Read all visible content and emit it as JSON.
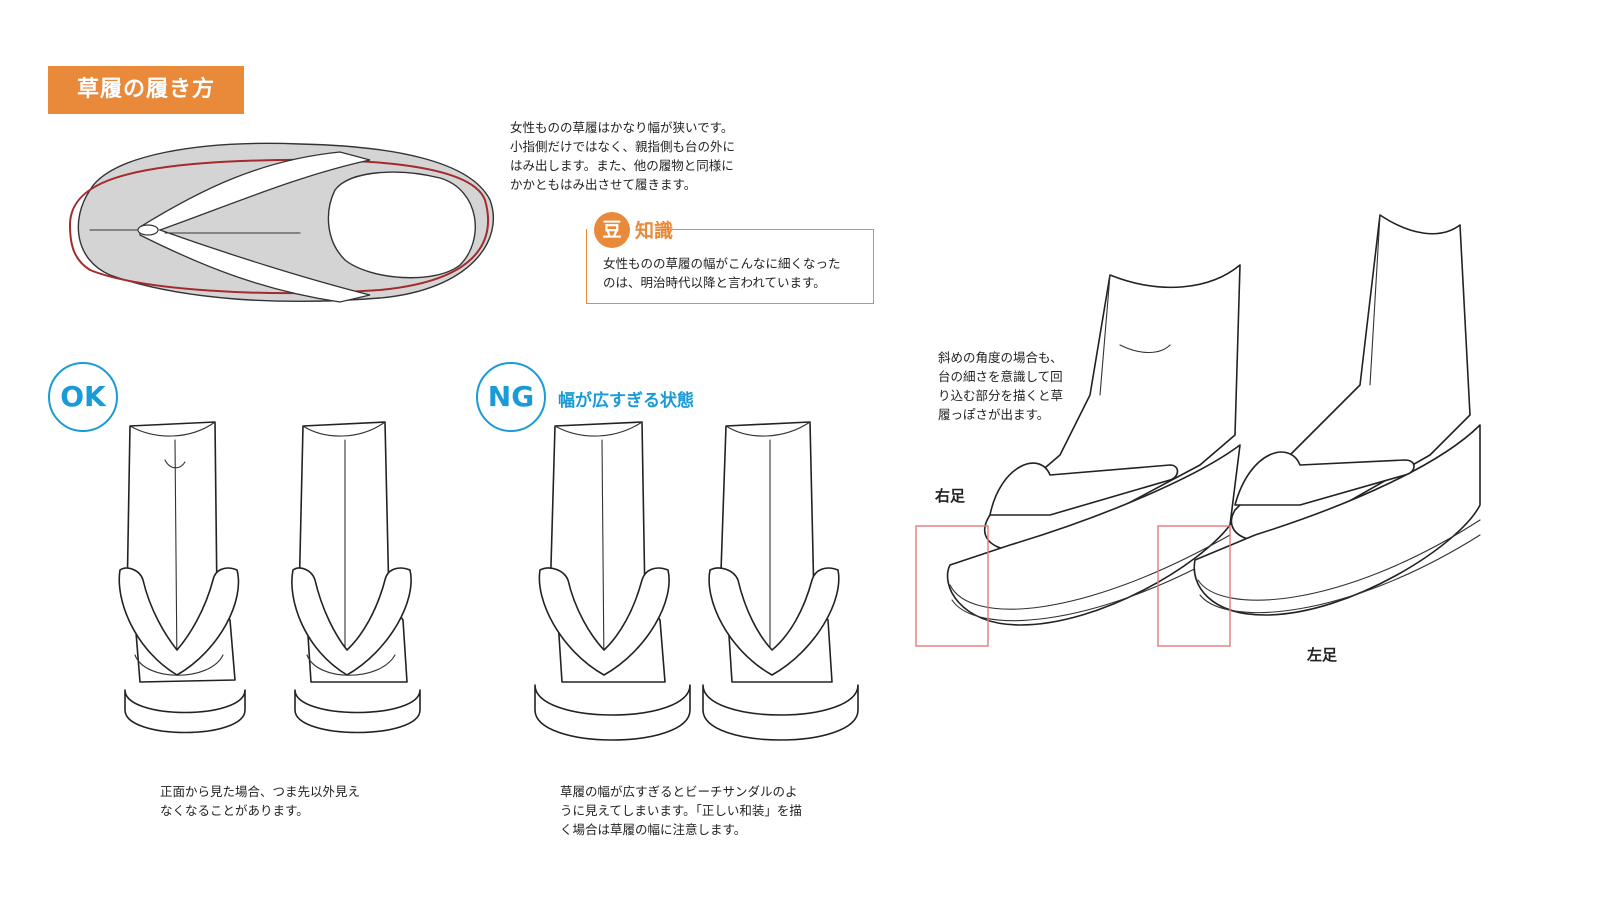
{
  "title": "草履の履き方",
  "intro_text": [
    "女性ものの草履はかなり幅が狭いです。",
    "小指側だけではなく、親指側も台の外に",
    "はみ出します。また、他の履物と同様に",
    "かかともはみ出させて履きます。"
  ],
  "trivia": {
    "badge": "豆",
    "title": "知識",
    "text": [
      "女性ものの草履の幅がこんなに細くなった",
      "のは、明治時代以降と言われています。"
    ]
  },
  "ok": {
    "badge": "OK",
    "caption": [
      "正面から見た場合、つま先以外見え",
      "なくなることがあります。"
    ]
  },
  "ng": {
    "badge": "NG",
    "label": "幅が広すぎる状態",
    "caption": [
      "草履の幅が広すぎるとビーチサンダルのよ",
      "うに見えてしまいます。「正しい和装」を描",
      "く場合は草履の幅に注意します。"
    ]
  },
  "diagonal": {
    "caption": [
      "斜めの角度の場合も、",
      "台の細さを意識して回",
      "り込む部分を描くと草",
      "履っぽさが出ます。"
    ],
    "right_foot": "右足",
    "left_foot": "左足"
  },
  "colors": {
    "accent_orange": "#e9893a",
    "accent_blue": "#1a9bd7",
    "outline_red": "#a32b2b",
    "sole_gray": "#d4d4d4",
    "highlight_box": "#e07a7a"
  }
}
